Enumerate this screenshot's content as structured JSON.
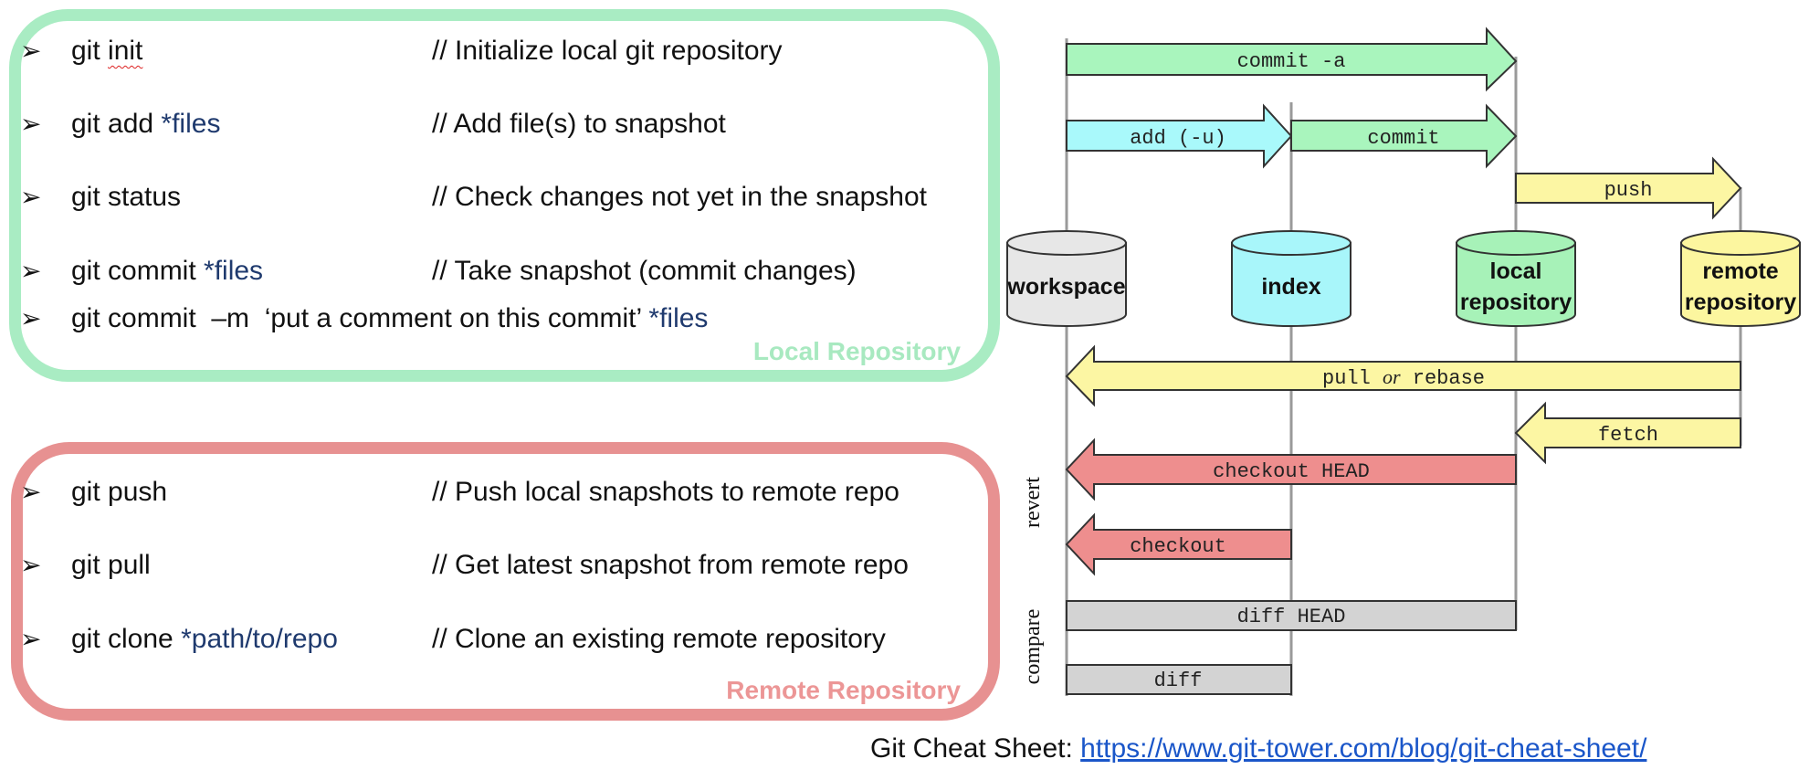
{
  "local": {
    "title": "Local Repository",
    "commands": [
      {
        "cmd": "git ",
        "cmd_extra": "init",
        "arg": "",
        "comment": "// Initialize local git repository"
      },
      {
        "cmd": "git add ",
        "cmd_extra": "",
        "arg": "*files",
        "comment": "// Add file(s) to snapshot"
      },
      {
        "cmd": "git status",
        "cmd_extra": "",
        "arg": "",
        "comment": "// Check changes not yet in the snapshot"
      },
      {
        "cmd": "git commit ",
        "cmd_extra": "",
        "arg": "*files",
        "comment": "// Take snapshot (commit changes)"
      },
      {
        "cmd": "git commit  –m  ‘put a comment on this commit’ ",
        "cmd_extra": "",
        "arg": "*files",
        "comment": ""
      }
    ]
  },
  "remote": {
    "title": "Remote Repository",
    "commands": [
      {
        "cmd": "git push",
        "arg": "",
        "comment": "// Push local snapshots to remote repo"
      },
      {
        "cmd": "git pull",
        "arg": "",
        "comment": "// Get latest snapshot from remote repo"
      },
      {
        "cmd": "git clone ",
        "arg": "*path/to/repo",
        "comment": "// Clone an existing remote repository"
      }
    ]
  },
  "bullet": "➢",
  "diagram": {
    "stores": {
      "workspace": "workspace",
      "index": "index",
      "local_line1": "local",
      "local_line2": "repository",
      "remote_line1": "remote",
      "remote_line2": "repository"
    },
    "arrows": {
      "commit_a": "commit -a",
      "add_u": "add (-u)",
      "commit": "commit",
      "push": "push",
      "pull_a": "pull ",
      "pull_or": "or",
      "pull_b": " rebase",
      "fetch": "fetch",
      "checkout_head": "checkout HEAD",
      "checkout": "checkout",
      "diff_head": "diff HEAD",
      "diff": "diff"
    },
    "side_labels": {
      "revert": "revert",
      "compare": "compare"
    },
    "colors": {
      "green": "#a9f5bd",
      "cyan": "#a9f9fb",
      "yellow": "#fcf6a3",
      "red": "#ee8e8e",
      "gray": "#d3d3d3",
      "workspace": "#e7e7e7",
      "index": "#a8f6fa",
      "local": "#a7f2b8",
      "remote": "#fcf69f"
    }
  },
  "footer": {
    "label": "Git Cheat Sheet: ",
    "link": "https://www.git-tower.com/blog/git-cheat-sheet/"
  }
}
